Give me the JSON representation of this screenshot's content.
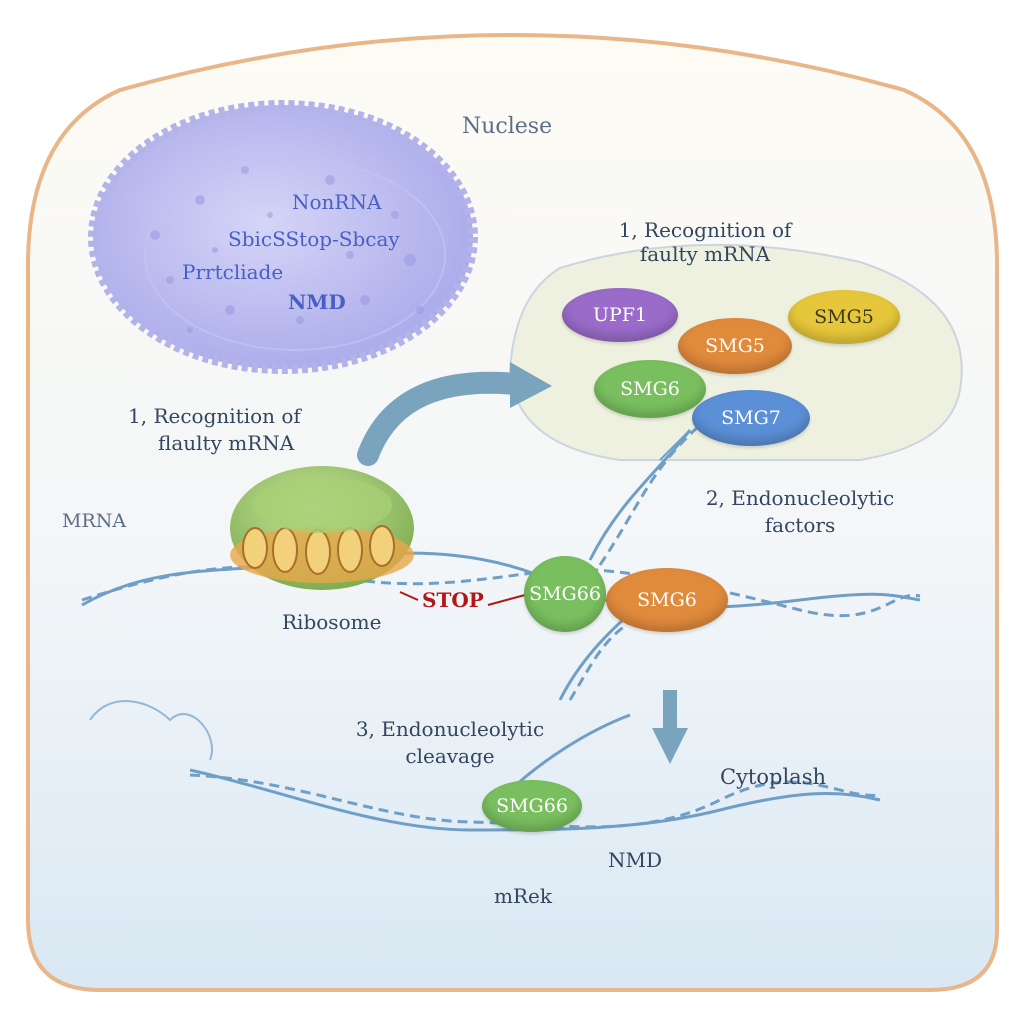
{
  "nucleus": {
    "label": "Nuclese",
    "lines": [
      "NonRNA",
      "SbicSStop-Sbcay",
      "Prrtcliade",
      "NMD"
    ]
  },
  "complex_box": {
    "title_line1": "1, Recognition of",
    "title_line2": "faulty mRNA"
  },
  "proteins": {
    "upf1": "UPF1",
    "smg5_center": "SMG5",
    "smg5_right": "SMG5",
    "smg6_complex": "SMG6",
    "smg7": "SMG7",
    "smg6_middle": "SMG66",
    "smg6_orange": "SMG6",
    "smg6_bottom": "SMG66"
  },
  "labels": {
    "recognition_left_line1": "1, Recognition of",
    "recognition_left_line2": "flaulty mRNA",
    "mrna_left": "MRNA",
    "ribosome": "Ribosome",
    "stop": "STOP",
    "endonucleolytic_factors_line1": "2, Endonucleolytic",
    "endonucleolytic_factors_line2": "factors",
    "cleavage_line1": "3, Endonucleolytic",
    "cleavage_line2": "cleavage",
    "cytoplasm": "Cytoplash",
    "nmd_bottom": "NMD",
    "mrna_bottom": "mRek"
  },
  "colors": {
    "cell_border": "#e9b68a",
    "nucleus_fill": "#bdbdf0",
    "upf1": "#9a6bc9",
    "smg5_orange": "#e08a3c",
    "smg5_yellow": "#e6c63a",
    "smg6_green": "#79bf5f",
    "smg7_blue": "#5b8fd6",
    "rna_strand": "#6f9fc7",
    "stop_red": "#b01818"
  }
}
